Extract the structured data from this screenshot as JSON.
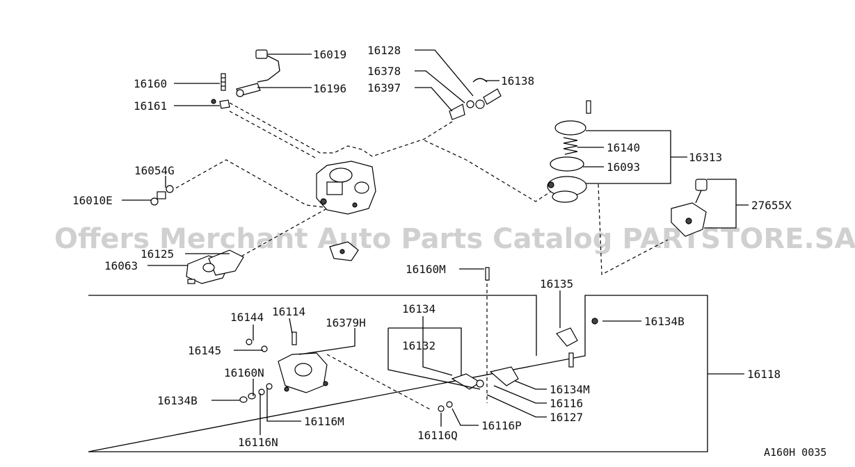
{
  "watermark": "Offers Merchant Auto Parts Catalog PARTSTORE.SA",
  "diagram_code": "A160H 0035",
  "labels": {
    "p16019": "16019",
    "p16196": "16196",
    "p16160": "16160",
    "p16161": "16161",
    "p16128": "16128",
    "p16378": "16378",
    "p16397": "16397",
    "p16138": "16138",
    "p16140": "16140",
    "p16093": "16093",
    "p16313": "16313",
    "p16054G": "16054G",
    "p16010E": "16010E",
    "p27655X": "27655X",
    "p16125": "16125",
    "p16063": "16063",
    "p16160M": "16160M",
    "p16135": "16135",
    "p16134": "16134",
    "p16132": "16132",
    "p16134B_r": "16134B",
    "p16144": "16144",
    "p16114": "16114",
    "p16379H": "16379H",
    "p16145": "16145",
    "p16160N": "16160N",
    "p16134B_l": "16134B",
    "p16116M": "16116M",
    "p16116N": "16116N",
    "p16134M": "16134M",
    "p16116": "16116",
    "p16127": "16127",
    "p16116P": "16116P",
    "p16116Q": "16116Q",
    "p16118": "16118"
  },
  "icons": [
    "carburetor-assembly",
    "dashpot",
    "choke-chamber",
    "gasket",
    "jet",
    "screw",
    "spring"
  ]
}
